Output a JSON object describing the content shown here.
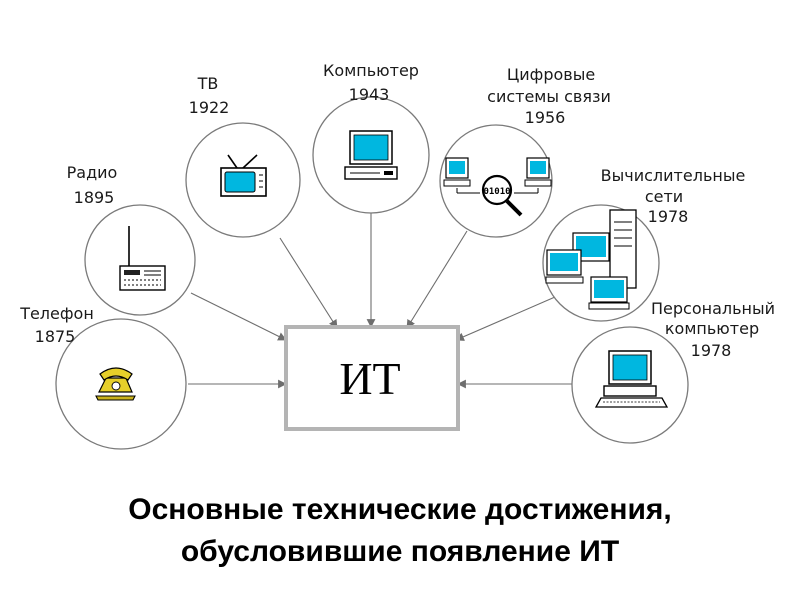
{
  "center": {
    "label": "ИТ"
  },
  "nodes": {
    "telephone": {
      "name": "Телефон",
      "year": "1875"
    },
    "radio": {
      "name": "Радио",
      "year": "1895"
    },
    "tv": {
      "name": "ТВ",
      "year": "1922"
    },
    "computer": {
      "name": "Компьютер",
      "year": "1943"
    },
    "digital": {
      "name1": "Цифровые",
      "name2": "системы связи",
      "year": "1956",
      "binary": "01010"
    },
    "networks": {
      "name1": "Вычислительные",
      "name2": "сети",
      "year": "1978"
    },
    "pc": {
      "name1": "Персональный",
      "name2": "компьютер",
      "year": "1978"
    }
  },
  "caption": {
    "line1": "Основные технические достижения,",
    "line2": "обусловившие появление ИТ"
  },
  "colors": {
    "screen": "#00b7e0",
    "phone": "#e6cf2a",
    "frame": "#b4b4b4",
    "stroke": "#6e6e6e"
  }
}
